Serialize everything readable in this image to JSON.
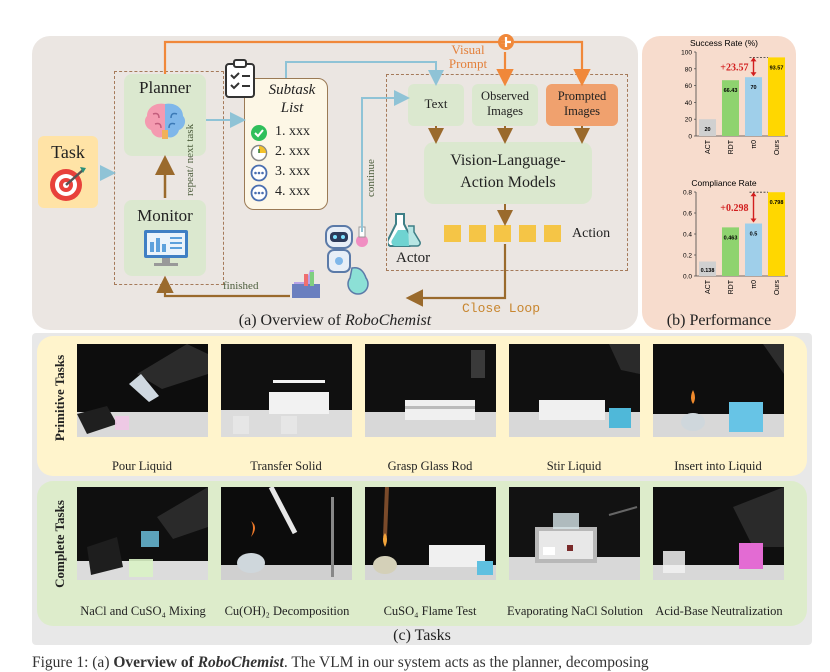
{
  "overview": {
    "task_label": "Task",
    "planner_label": "Planner",
    "monitor_label": "Monitor",
    "repeat_label": "repeat/ next task",
    "subtask": {
      "title_line1": "Subtask",
      "title_line2": "List",
      "items": [
        "1. xxx",
        "2. xxx",
        "3. xxx",
        "4. xxx"
      ]
    },
    "visual_prompt": "Visual Prompt",
    "text_box": "Text",
    "observed_images": "Observed Images",
    "prompted_images": "Prompted Images",
    "vla_line1": "Vision-Language-",
    "vla_line2": "Action  Models",
    "action_label": "Action",
    "actor_label": "Actor",
    "continue_label": "continue",
    "finished_label": "finished",
    "close_loop": "Close  Loop",
    "caption_prefix": "(a) Overview of ",
    "caption_name": "RoboChemist"
  },
  "performance": {
    "caption": "(b) Performance",
    "success_title": "Success Rate (%)",
    "compliance_title": "Compliance Rate",
    "success_delta": "+23.57",
    "compliance_delta": "+0.298"
  },
  "chart_data": [
    {
      "type": "bar",
      "title": "Success Rate (%)",
      "categories": [
        "ACT",
        "RDT",
        "π0",
        "Ours"
      ],
      "values": [
        20,
        66.43,
        70,
        93.57
      ],
      "labels": [
        "20",
        "66.43",
        "70",
        "93.57"
      ],
      "colors": [
        "#d0d0d0",
        "#8ed36f",
        "#9fcfea",
        "#ffd700"
      ],
      "ylim": [
        0,
        100
      ],
      "yticks": [
        0,
        20,
        40,
        60,
        80,
        100
      ],
      "annotation": "+23.57"
    },
    {
      "type": "bar",
      "title": "Compliance Rate",
      "categories": [
        "ACT",
        "RDT",
        "π0",
        "Ours"
      ],
      "values": [
        0.138,
        0.463,
        0.5,
        0.798
      ],
      "labels": [
        "0.138",
        "0.463",
        "0.5",
        "0.798"
      ],
      "colors": [
        "#d0d0d0",
        "#8ed36f",
        "#9fcfea",
        "#ffd700"
      ],
      "ylim": [
        0,
        0.8
      ],
      "yticks": [
        0.0,
        0.2,
        0.4,
        0.6,
        0.8
      ],
      "annotation": "+0.298"
    }
  ],
  "tasks": {
    "caption": "(c) Tasks",
    "primitive_label": "Primitive Tasks",
    "complete_label": "Complete Tasks",
    "primitive": [
      "Pour Liquid",
      "Transfer Solid",
      "Grasp Glass Rod",
      "Stir Liquid",
      "Insert into Liquid"
    ],
    "complete": [
      "NaCl and CuSO₄ Mixing",
      "Cu(OH)₂ Decomposition",
      "CuSO₄ Flame Test",
      "Evaporating NaCl Solution",
      "Acid-Base Neutralization"
    ]
  },
  "figure_caption": {
    "prefix": "Figure 1: (a) ",
    "bold": "Overview of ",
    "bold_italic": "RoboChemist",
    "rest": ". The VLM in our system acts as the planner, decomposing"
  }
}
